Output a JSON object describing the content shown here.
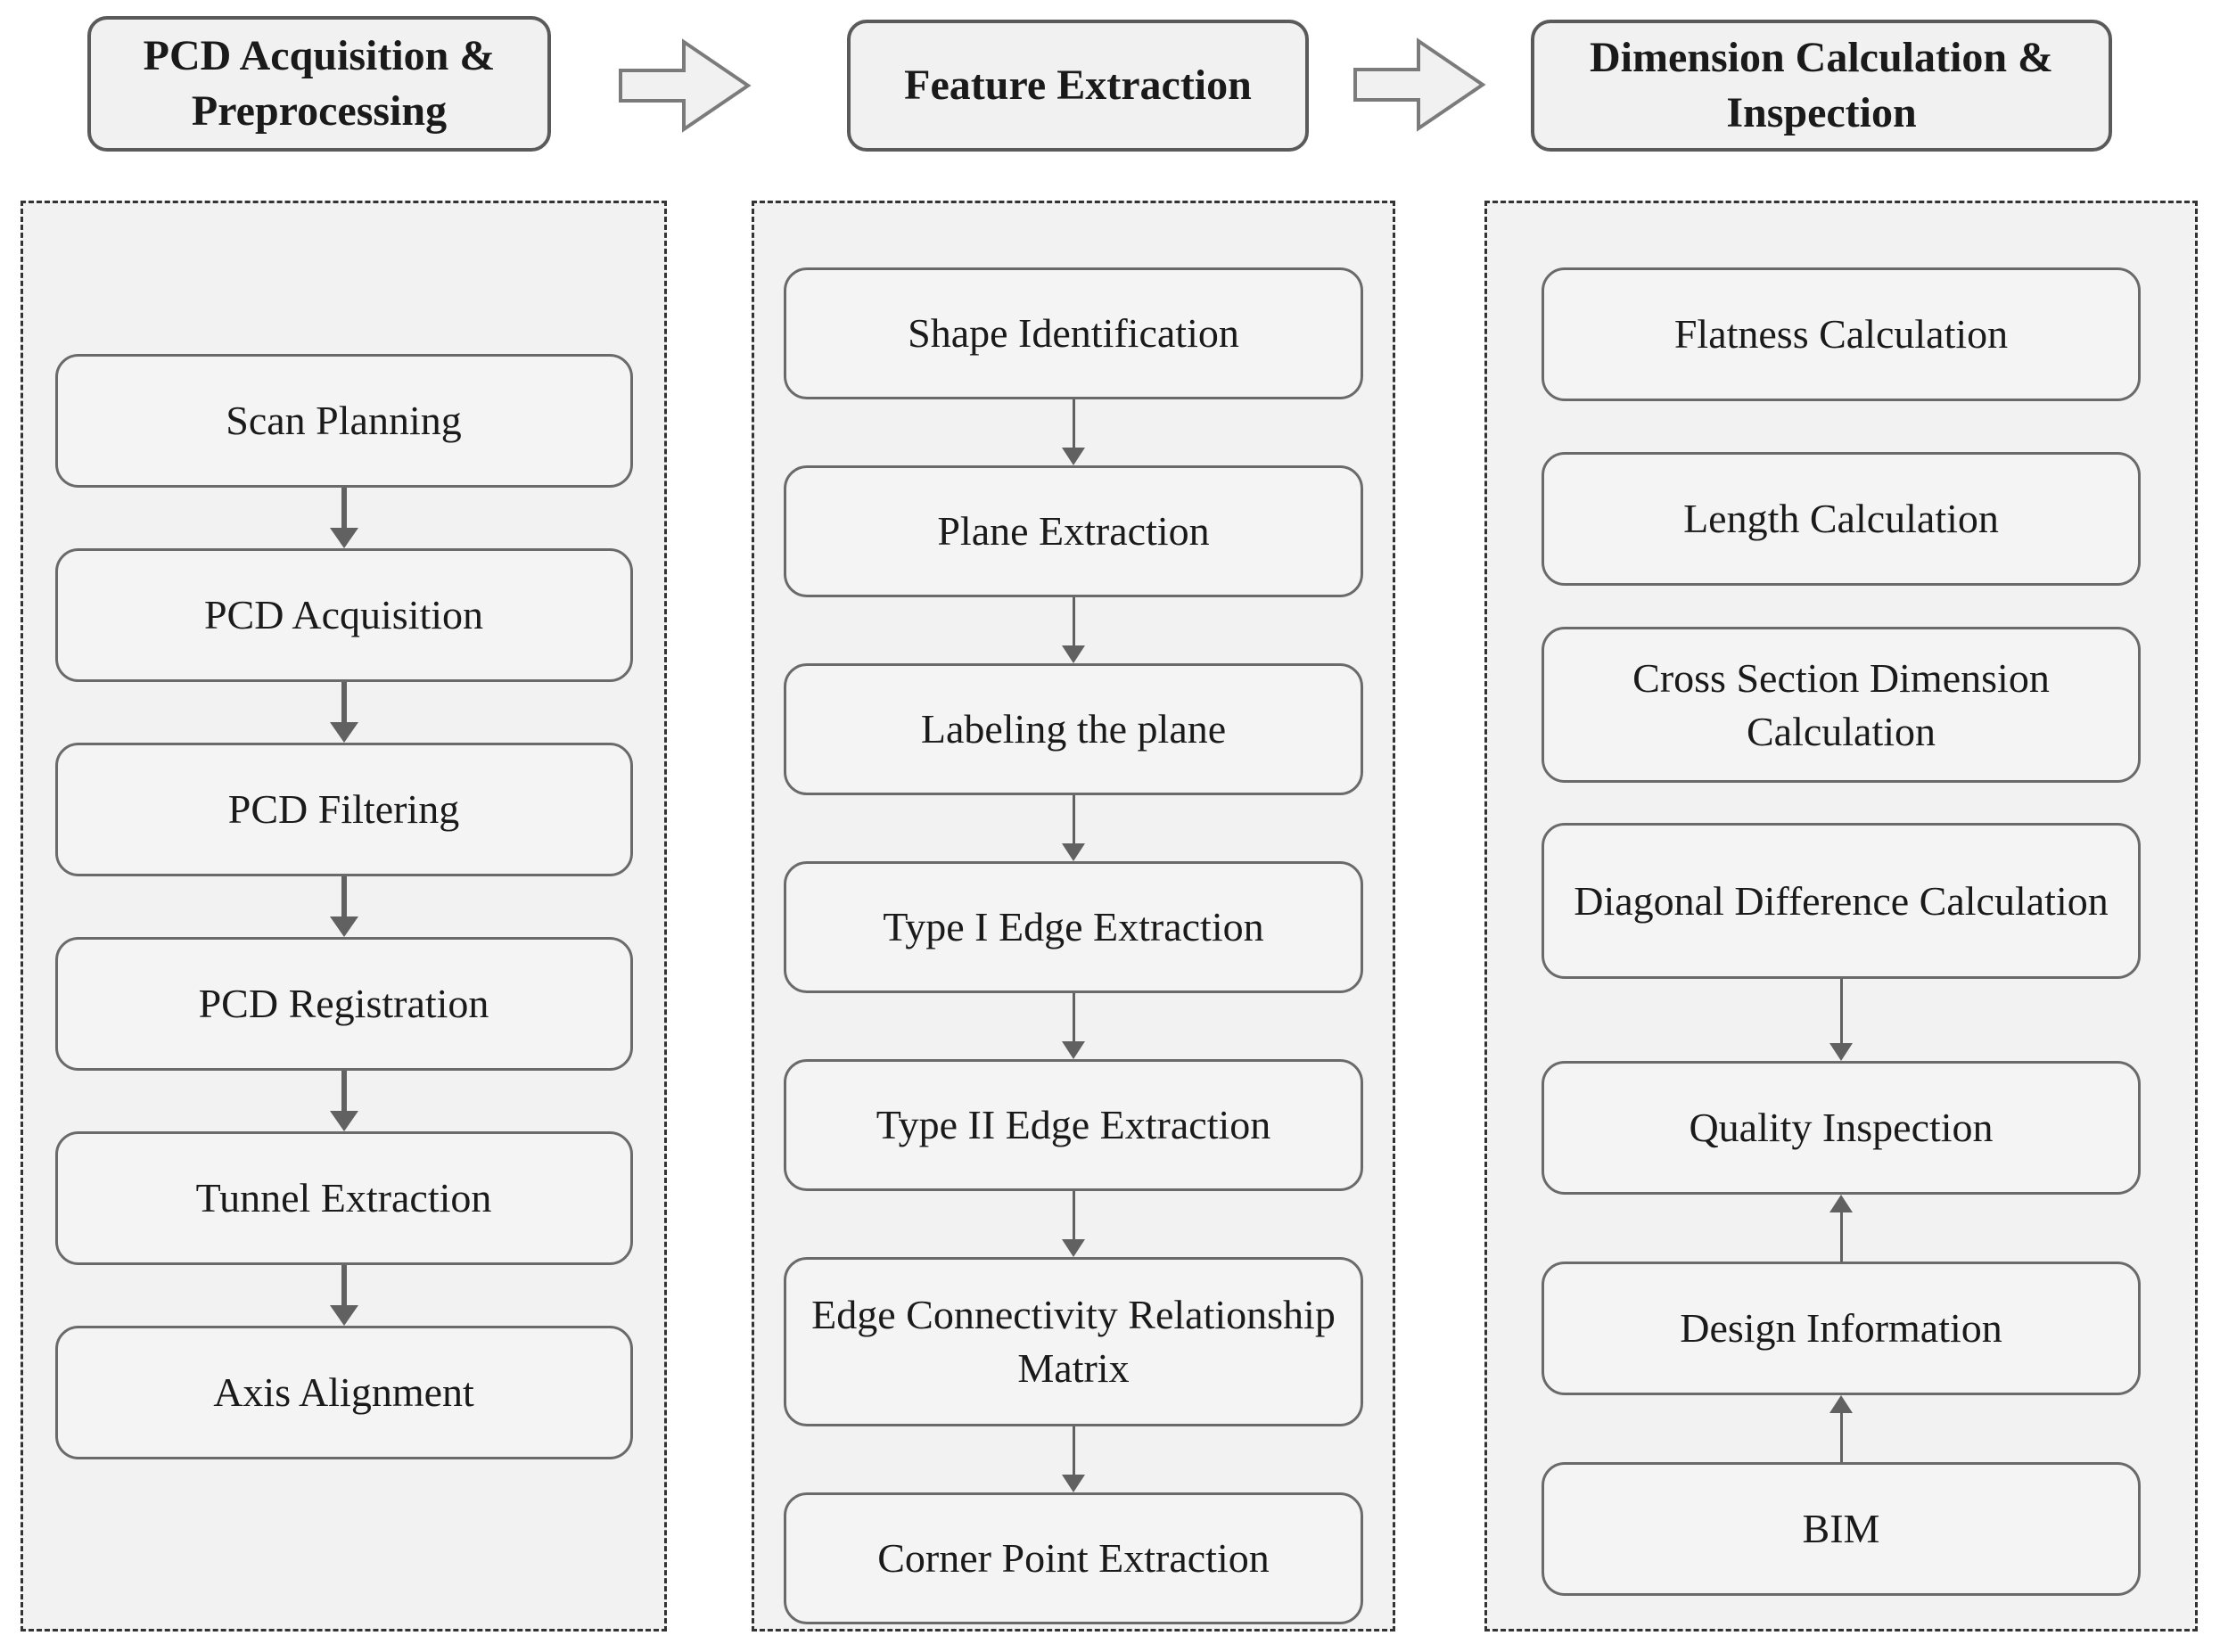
{
  "figure": {
    "columns": [
      {
        "header": "PCD Acquisition & Preprocessing",
        "steps": [
          "Scan Planning",
          "PCD Acquisition",
          "PCD Filtering",
          "PCD Registration",
          "Tunnel Extraction",
          "Axis Alignment"
        ]
      },
      {
        "header": "Feature Extraction",
        "steps": [
          "Shape Identification",
          "Plane Extraction",
          "Labeling the plane",
          "Type I Edge Extraction",
          "Type II Edge Extraction",
          "Edge Connectivity Relationship Matrix",
          "Corner Point Extraction"
        ]
      },
      {
        "header": "Dimension Calculation & Inspection",
        "steps": [
          "Flatness Calculation",
          "Length Calculation",
          "Cross Section Dimension Calculation",
          "Diagonal Difference Calculation",
          "Quality Inspection",
          "Design Information",
          "BIM"
        ]
      }
    ],
    "colors": {
      "container_fill": "#f2f2f2",
      "container_border": "#333333",
      "box_fill": "#f4f4f4",
      "box_border": "#6a6a6a",
      "header_fill": "#f1f1f1",
      "header_border": "#5a5a5a",
      "arrow": "#616161",
      "text": "#1a1a1a"
    }
  }
}
